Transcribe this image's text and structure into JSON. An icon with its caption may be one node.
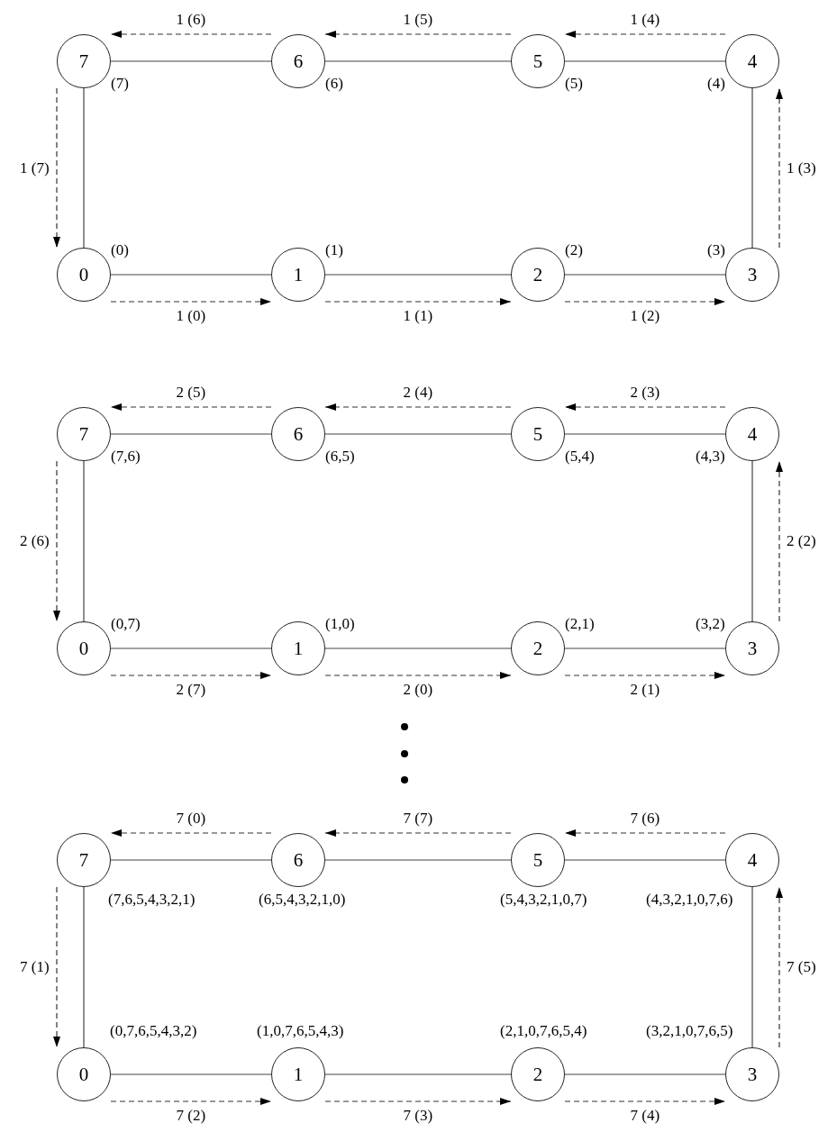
{
  "diagram": {
    "nodes": [
      {
        "text": [
          "7"
        ],
        "beside": [
          "(7)"
        ]
      },
      {
        "text": [
          "6"
        ],
        "beside": [
          "(6)"
        ]
      },
      {
        "text": [
          "5"
        ],
        "beside": [
          "(5)"
        ]
      },
      {
        "text": [
          "4"
        ],
        "beside": [
          "(4)"
        ]
      },
      {
        "text": [
          "0"
        ],
        "beside": [
          "(0)"
        ]
      },
      {
        "text": [
          "1"
        ],
        "beside": [
          "(1)"
        ]
      },
      {
        "text": [
          "2"
        ],
        "beside": [
          "(2)"
        ]
      },
      {
        "text": [
          "3"
        ],
        "beside": [
          "(3)"
        ]
      },
      {
        "text": [
          "7"
        ],
        "beside": [
          "(7,6)"
        ]
      },
      {
        "text": [
          "6"
        ],
        "beside": [
          "(6,5)"
        ]
      },
      {
        "text": [
          "5"
        ],
        "beside": [
          "(5,4)"
        ]
      },
      {
        "text": [
          "4"
        ],
        "beside": [
          "(4,3)"
        ]
      },
      {
        "text": [
          "0"
        ],
        "beside": [
          "(0,7)"
        ]
      },
      {
        "text": [
          "1"
        ],
        "beside": [
          "(1,0)"
        ]
      },
      {
        "text": [
          "2"
        ],
        "beside": [
          "(2,1)"
        ]
      },
      {
        "text": [
          "3"
        ],
        "beside": [
          "(3,2)"
        ]
      },
      {
        "text": [
          "7"
        ],
        "beside": [
          "(7,6,5,4,3,2,1)"
        ]
      },
      {
        "text": [
          "6"
        ],
        "beside": [
          "(6,5,4,3,2,1,0)"
        ]
      },
      {
        "text": [
          "5"
        ],
        "beside": [
          "(5,4,3,2,1,0,7)"
        ]
      },
      {
        "text": [
          "4"
        ],
        "beside": [
          "(4,3,2,1,0,7,6)"
        ]
      },
      {
        "text": [
          "0"
        ],
        "beside": [
          "(0,7,6,5,4,3,2)"
        ]
      },
      {
        "text": [
          "1"
        ],
        "beside": [
          "(1,0,7,6,5,4,3)"
        ]
      },
      {
        "text": [
          "2"
        ],
        "beside": [
          "(2,1,0,7,6,5,4)"
        ]
      },
      {
        "text": [
          "3"
        ],
        "beside": [
          "(3,2,1,0,7,6,5)"
        ]
      }
    ],
    "edges": [
      {
        "from": 4,
        "to": 5,
        "arrow": "none"
      },
      {
        "from": 5,
        "to": 6,
        "arrow": "none"
      },
      {
        "from": 6,
        "to": 7,
        "arrow": "none"
      },
      {
        "from": 7,
        "to": 3,
        "arrow": "none"
      },
      {
        "from": 3,
        "to": 2,
        "arrow": "none"
      },
      {
        "from": 2,
        "to": 1,
        "arrow": "none"
      },
      {
        "from": 1,
        "to": 0,
        "arrow": "none"
      },
      {
        "from": 0,
        "to": 4,
        "arrow": "none"
      },
      {
        "from": 4,
        "to": 5,
        "arrow": "to",
        "style": "dashed",
        "label": "1 (0)"
      },
      {
        "from": 5,
        "to": 6,
        "arrow": "to",
        "style": "dashed",
        "label": "1 (1)"
      },
      {
        "from": 6,
        "to": 7,
        "arrow": "to",
        "style": "dashed",
        "label": "1 (2)"
      },
      {
        "from": 7,
        "to": 3,
        "arrow": "to",
        "style": "dashed",
        "label": "1 (3)"
      },
      {
        "from": 3,
        "to": 2,
        "arrow": "to",
        "style": "dashed",
        "label": "1 (4)"
      },
      {
        "from": 2,
        "to": 1,
        "arrow": "to",
        "style": "dashed",
        "label": "1 (5)"
      },
      {
        "from": 1,
        "to": 0,
        "arrow": "to",
        "style": "dashed",
        "label": "1 (6)"
      },
      {
        "from": 0,
        "to": 4,
        "arrow": "to",
        "style": "dashed",
        "label": "1 (7)"
      },
      {
        "from": 12,
        "to": 13,
        "arrow": "none"
      },
      {
        "from": 13,
        "to": 14,
        "arrow": "none"
      },
      {
        "from": 14,
        "to": 15,
        "arrow": "none"
      },
      {
        "from": 15,
        "to": 11,
        "arrow": "none"
      },
      {
        "from": 11,
        "to": 10,
        "arrow": "none"
      },
      {
        "from": 10,
        "to": 9,
        "arrow": "none"
      },
      {
        "from": 9,
        "to": 8,
        "arrow": "none"
      },
      {
        "from": 8,
        "to": 12,
        "arrow": "none"
      },
      {
        "from": 12,
        "to": 13,
        "arrow": "to",
        "style": "dashed",
        "label": "2 (7)"
      },
      {
        "from": 13,
        "to": 14,
        "arrow": "to",
        "style": "dashed",
        "label": "2 (0)"
      },
      {
        "from": 14,
        "to": 15,
        "arrow": "to",
        "style": "dashed",
        "label": "2 (1)"
      },
      {
        "from": 15,
        "to": 11,
        "arrow": "to",
        "style": "dashed",
        "label": "2 (2)"
      },
      {
        "from": 11,
        "to": 10,
        "arrow": "to",
        "style": "dashed",
        "label": "2 (3)"
      },
      {
        "from": 10,
        "to": 9,
        "arrow": "to",
        "style": "dashed",
        "label": "2 (4)"
      },
      {
        "from": 9,
        "to": 8,
        "arrow": "to",
        "style": "dashed",
        "label": "2 (5)"
      },
      {
        "from": 8,
        "to": 12,
        "arrow": "to",
        "style": "dashed",
        "label": "2 (6)"
      },
      {
        "from": 20,
        "to": 21,
        "arrow": "none"
      },
      {
        "from": 21,
        "to": 22,
        "arrow": "none"
      },
      {
        "from": 22,
        "to": 23,
        "arrow": "none"
      },
      {
        "from": 23,
        "to": 19,
        "arrow": "none"
      },
      {
        "from": 19,
        "to": 18,
        "arrow": "none"
      },
      {
        "from": 18,
        "to": 17,
        "arrow": "none"
      },
      {
        "from": 17,
        "to": 16,
        "arrow": "none"
      },
      {
        "from": 16,
        "to": 20,
        "arrow": "none"
      },
      {
        "from": 20,
        "to": 21,
        "arrow": "to",
        "style": "dashed",
        "label": "7 (2)"
      },
      {
        "from": 21,
        "to": 22,
        "arrow": "to",
        "style": "dashed",
        "label": "7 (3)"
      },
      {
        "from": 22,
        "to": 23,
        "arrow": "to",
        "style": "dashed",
        "label": "7 (4)"
      },
      {
        "from": 23,
        "to": 19,
        "arrow": "to",
        "style": "dashed",
        "label": "7 (5)"
      },
      {
        "from": 19,
        "to": 18,
        "arrow": "to",
        "style": "dashed",
        "label": "7 (6)"
      },
      {
        "from": 18,
        "to": 17,
        "arrow": "to",
        "style": "dashed",
        "label": "7 (7)"
      },
      {
        "from": 17,
        "to": 16,
        "arrow": "to",
        "style": "dashed",
        "label": "7 (0)"
      },
      {
        "from": 16,
        "to": 20,
        "arrow": "to",
        "style": "dashed",
        "label": "7 (1)"
      }
    ]
  }
}
